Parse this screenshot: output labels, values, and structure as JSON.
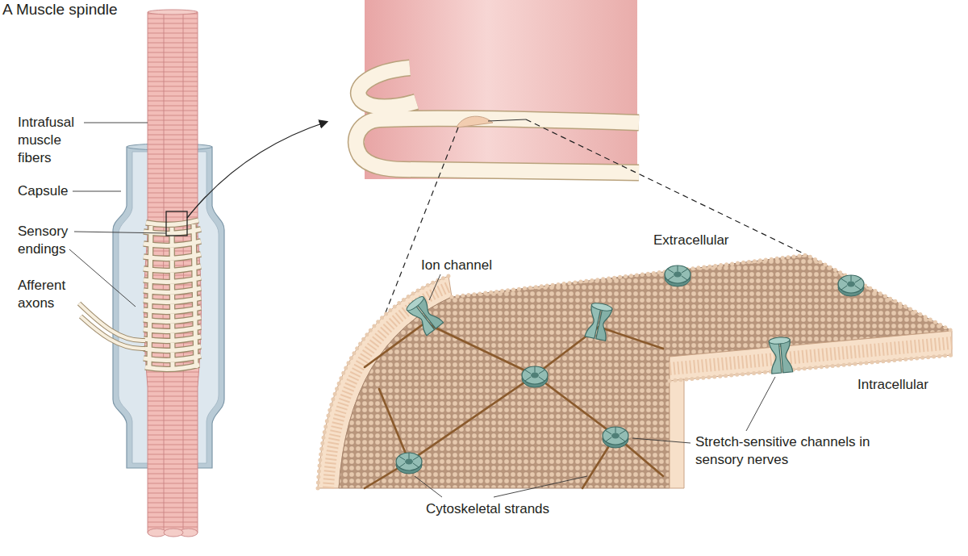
{
  "diagram": {
    "title": "A Muscle spindle",
    "labels": [
      "Intrafusal muscle fibers",
      "Capsule",
      "Sensory endings",
      "Afferent axons",
      "Ion channel",
      "Extracellular",
      "Intracellular",
      "Stretch-sensitive channels in sensory nerves",
      "Cytoskeletal strands"
    ]
  }
}
